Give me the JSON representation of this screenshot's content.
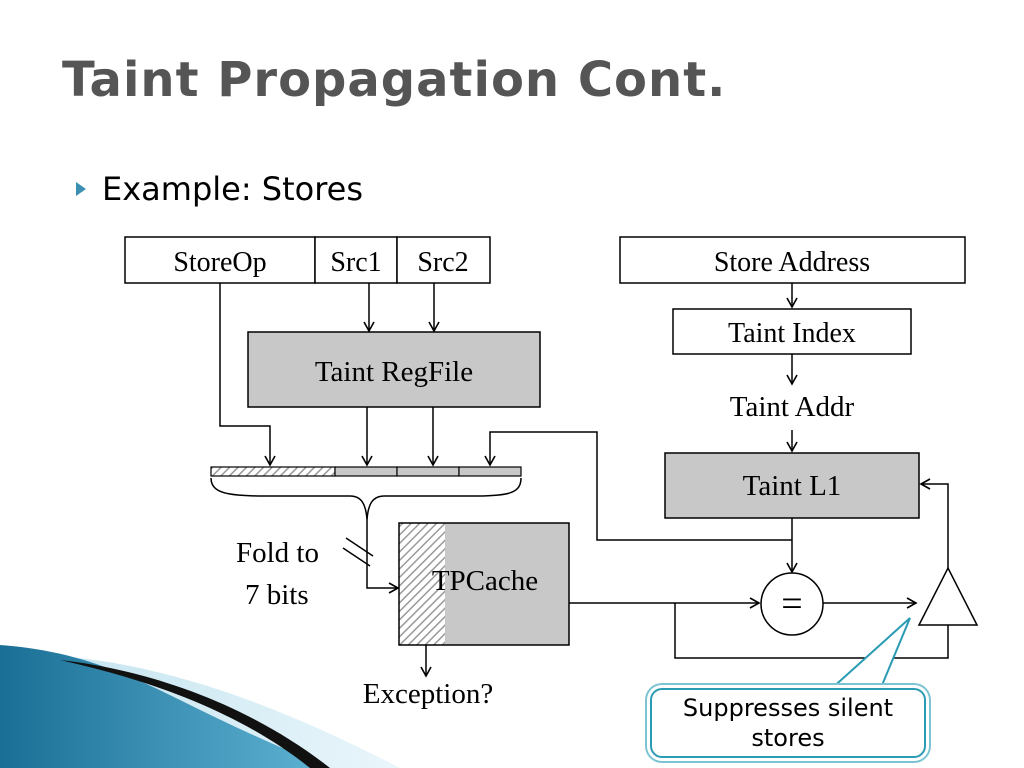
{
  "slide": {
    "title": "Taint Propagation Cont.",
    "bullet": "Example: Stores"
  },
  "diagram": {
    "storeop": "StoreOp",
    "src1": "Src1",
    "src2": "Src2",
    "store_address": "Store Address",
    "taint_index": "Taint Index",
    "taint_addr": "Taint Addr",
    "taint_regfile": "Taint RegFile",
    "taint_l1": "Taint L1",
    "fold_line1": "Fold to",
    "fold_line2": "7 bits",
    "tpcache": "TPCache",
    "exception": "Exception?",
    "equals": "=",
    "callout": "Suppresses silent stores"
  },
  "colors": {
    "title": "#555555",
    "bullet": "#3c8fb0",
    "block_fill": "#c8c8c8",
    "callout_border": "#2b9bb4"
  }
}
